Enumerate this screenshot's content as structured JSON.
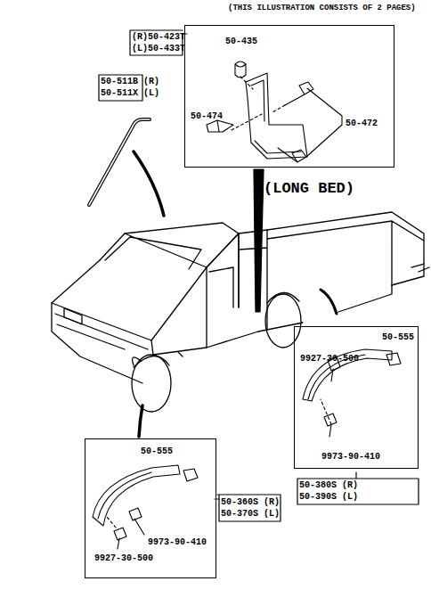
{
  "diagram": {
    "nodes": [
      {
        "text": [
          "50-435",
          "50-474",
          "50-472"
        ]
      },
      {
        "text": [
          "50-555",
          "9927-30-500",
          "9973-90-410"
        ]
      },
      {
        "text": [
          "50-555",
          "9973-90-410",
          "9927-30-500"
        ]
      }
    ],
    "labels": [
      "(THIS ILLUSTRATION CONSISTS OF  2 PAGES)",
      "(R)50-423T",
      "(L)50-433T",
      "50-511B (R)",
      "50-511X (L)",
      "(LONG BED)",
      "50-380S (R)",
      "50-390S (L)",
      "50-360S (R)",
      "50-370S (L)"
    ]
  }
}
